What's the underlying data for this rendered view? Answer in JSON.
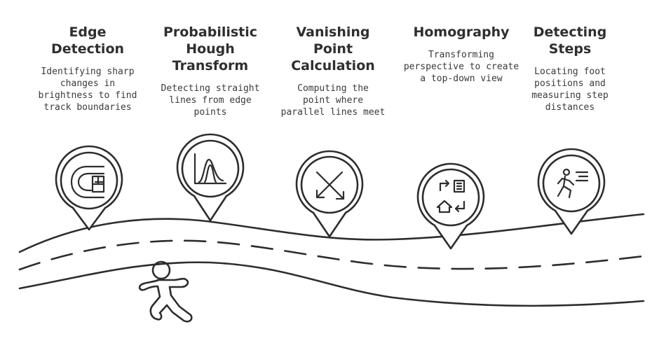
{
  "stages": [
    {
      "title": "Edge\nDetection",
      "description": "Identifying sharp\nchanges in\nbrightness to find\ntrack boundaries",
      "icon": "edge-detection-icon"
    },
    {
      "title": "Probabilistic\nHough\nTransform",
      "description": "Detecting straight\nlines from edge\npoints",
      "icon": "histogram-icon"
    },
    {
      "title": "Vanishing\nPoint\nCalculation",
      "description": "Computing the\npoint where\nparallel lines meet",
      "icon": "converging-arrows-icon"
    },
    {
      "title": "Homography",
      "description": "Transforming\nperspective to create\na top-down view",
      "icon": "perspective-transform-icon"
    },
    {
      "title": "Detecting\nSteps",
      "description": "Locating foot\npositions and\nmeasuring step\ndistances",
      "icon": "running-person-icon"
    }
  ],
  "colors": {
    "stroke": "#2d2d2d",
    "background": "#ffffff"
  }
}
